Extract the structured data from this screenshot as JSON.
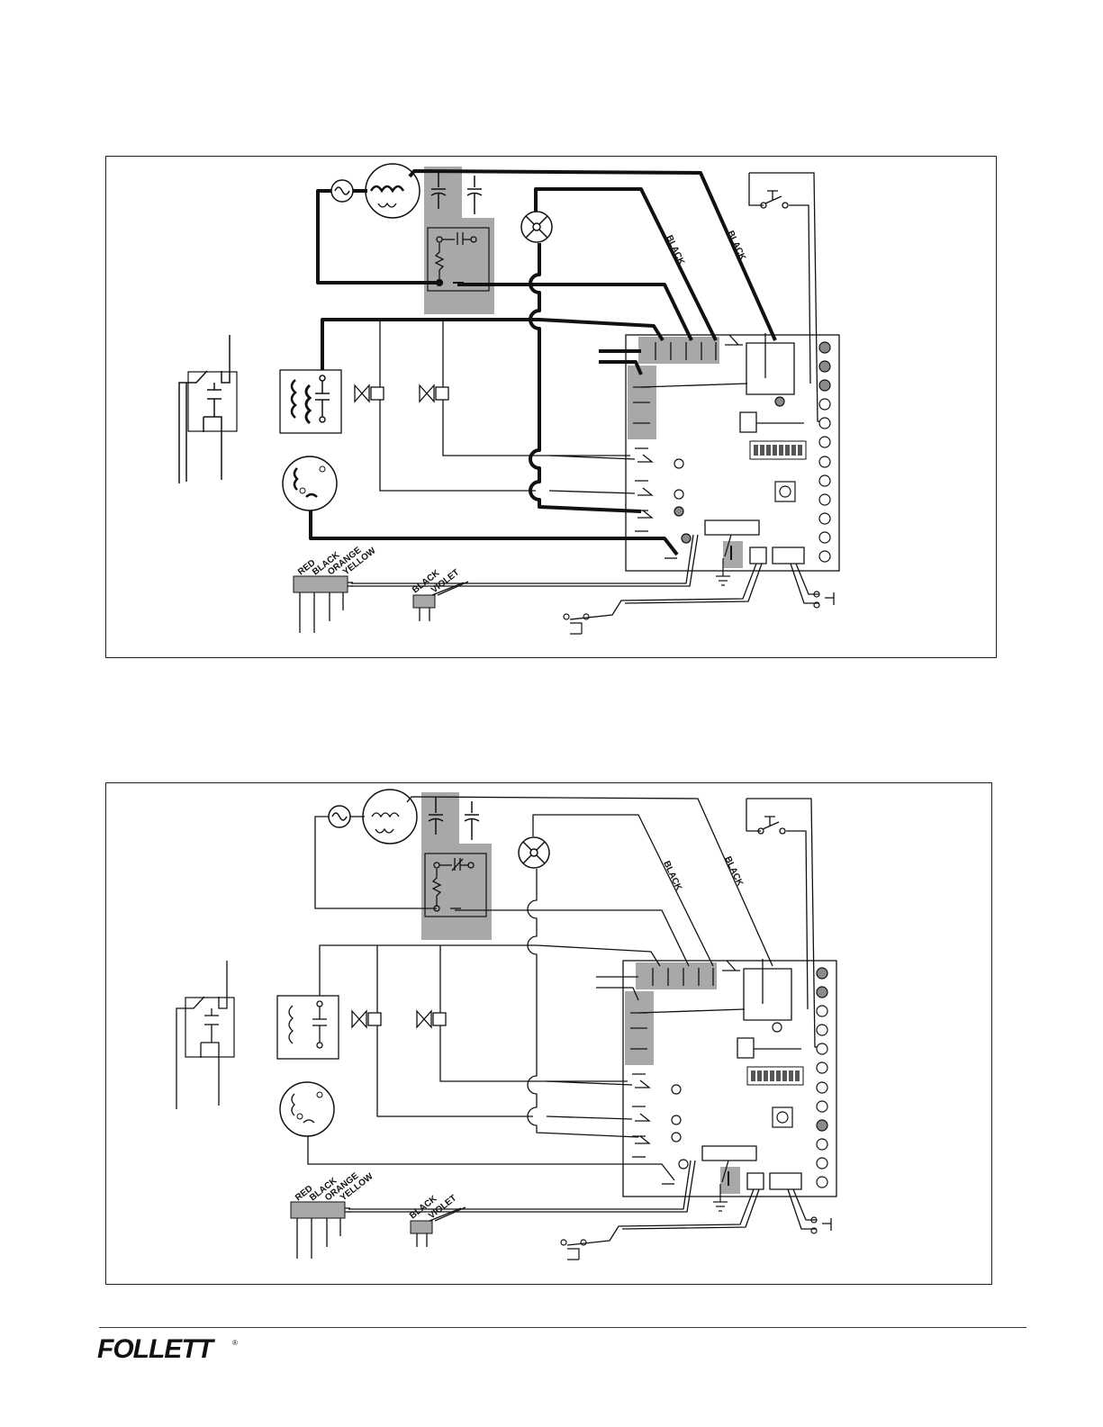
{
  "diagrams": [
    {
      "wire_labels": {
        "black_upper_left": "BLACK",
        "black_upper_right": "BLACK",
        "harness_red": "RED",
        "harness_black": "BLACK",
        "harness_orange": "ORANGE",
        "harness_yellow": "YELLOW",
        "plug_black": "BLACK",
        "plug_violet": "VIOLET"
      }
    },
    {
      "wire_labels": {
        "black_upper_left": "BLACK",
        "black_upper_right": "BLACK",
        "harness_red": "RED",
        "harness_black": "BLACK",
        "harness_orange": "ORANGE",
        "harness_yellow": "YELLOW",
        "plug_black": "BLACK",
        "plug_violet": "VIOLET"
      }
    }
  ],
  "footer": {
    "brand": "FOLLETT",
    "registered_mark": "®"
  },
  "colors": {
    "line": "#111111",
    "highlight": "#a8a8a8",
    "led_active": "#8a8a8a"
  }
}
